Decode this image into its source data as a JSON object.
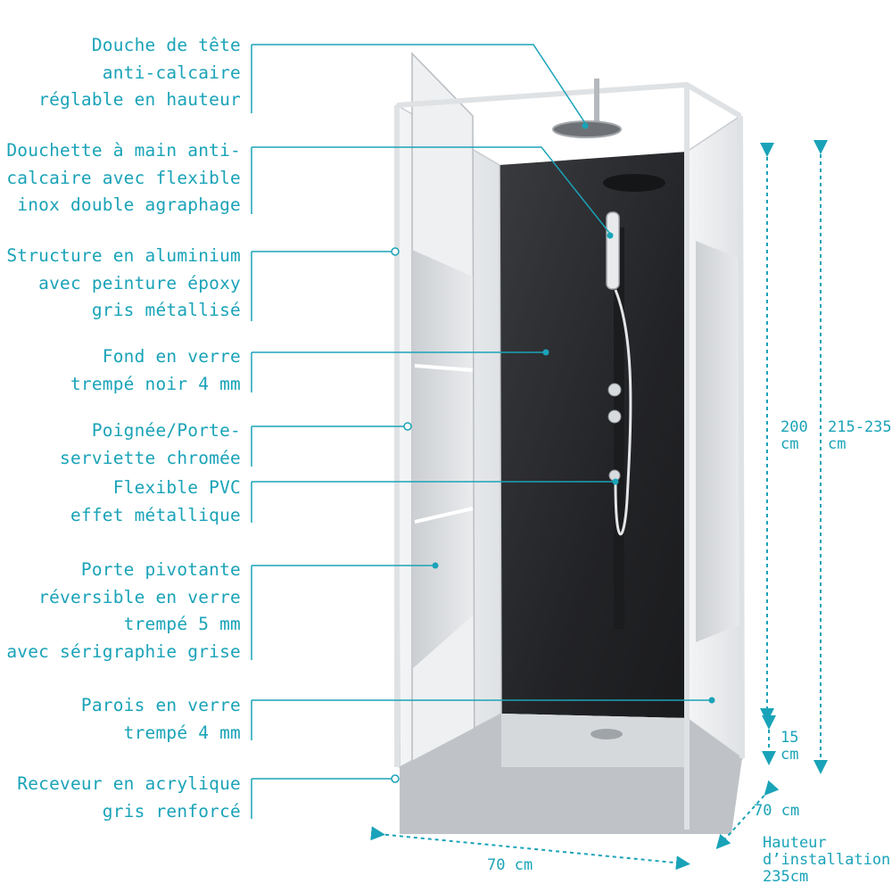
{
  "colors": {
    "accent": "#1aa3b8",
    "glass_dark": "#2a2b2e",
    "frame": "#e6e8ea"
  },
  "labels": [
    {
      "lines": [
        "Douche de tête",
        "anti-calcaire",
        "réglable en hauteur"
      ]
    },
    {
      "lines": [
        "Douchette à main anti-",
        "calcaire avec flexible",
        "inox double agraphage"
      ]
    },
    {
      "lines": [
        "Structure en aluminium",
        "avec peinture époxy",
        "gris métallisé"
      ]
    },
    {
      "lines": [
        "Fond en verre",
        "trempé noir 4 mm"
      ]
    },
    {
      "lines": [
        "Poignée/Porte-",
        "serviette chromée"
      ]
    },
    {
      "lines": [
        "Flexible PVC",
        "effet métallique"
      ]
    },
    {
      "lines": [
        "Porte pivotante",
        "réversible en verre",
        "trempé 5 mm ",
        "avec sérigraphie grise"
      ]
    },
    {
      "lines": [
        "Parois en verre",
        "trempé 4 mm"
      ]
    },
    {
      "lines": [
        "Receveur en acrylique",
        "gris renforcé"
      ]
    }
  ],
  "dimensions": {
    "height_cabin": [
      "200",
      "cm"
    ],
    "height_total": [
      "215-235",
      "cm"
    ],
    "tray_height": [
      "15",
      "cm"
    ],
    "depth": "70 cm",
    "width": "70 cm",
    "install_height": [
      "Hauteur",
      "d’installation :",
      "235cm"
    ]
  }
}
